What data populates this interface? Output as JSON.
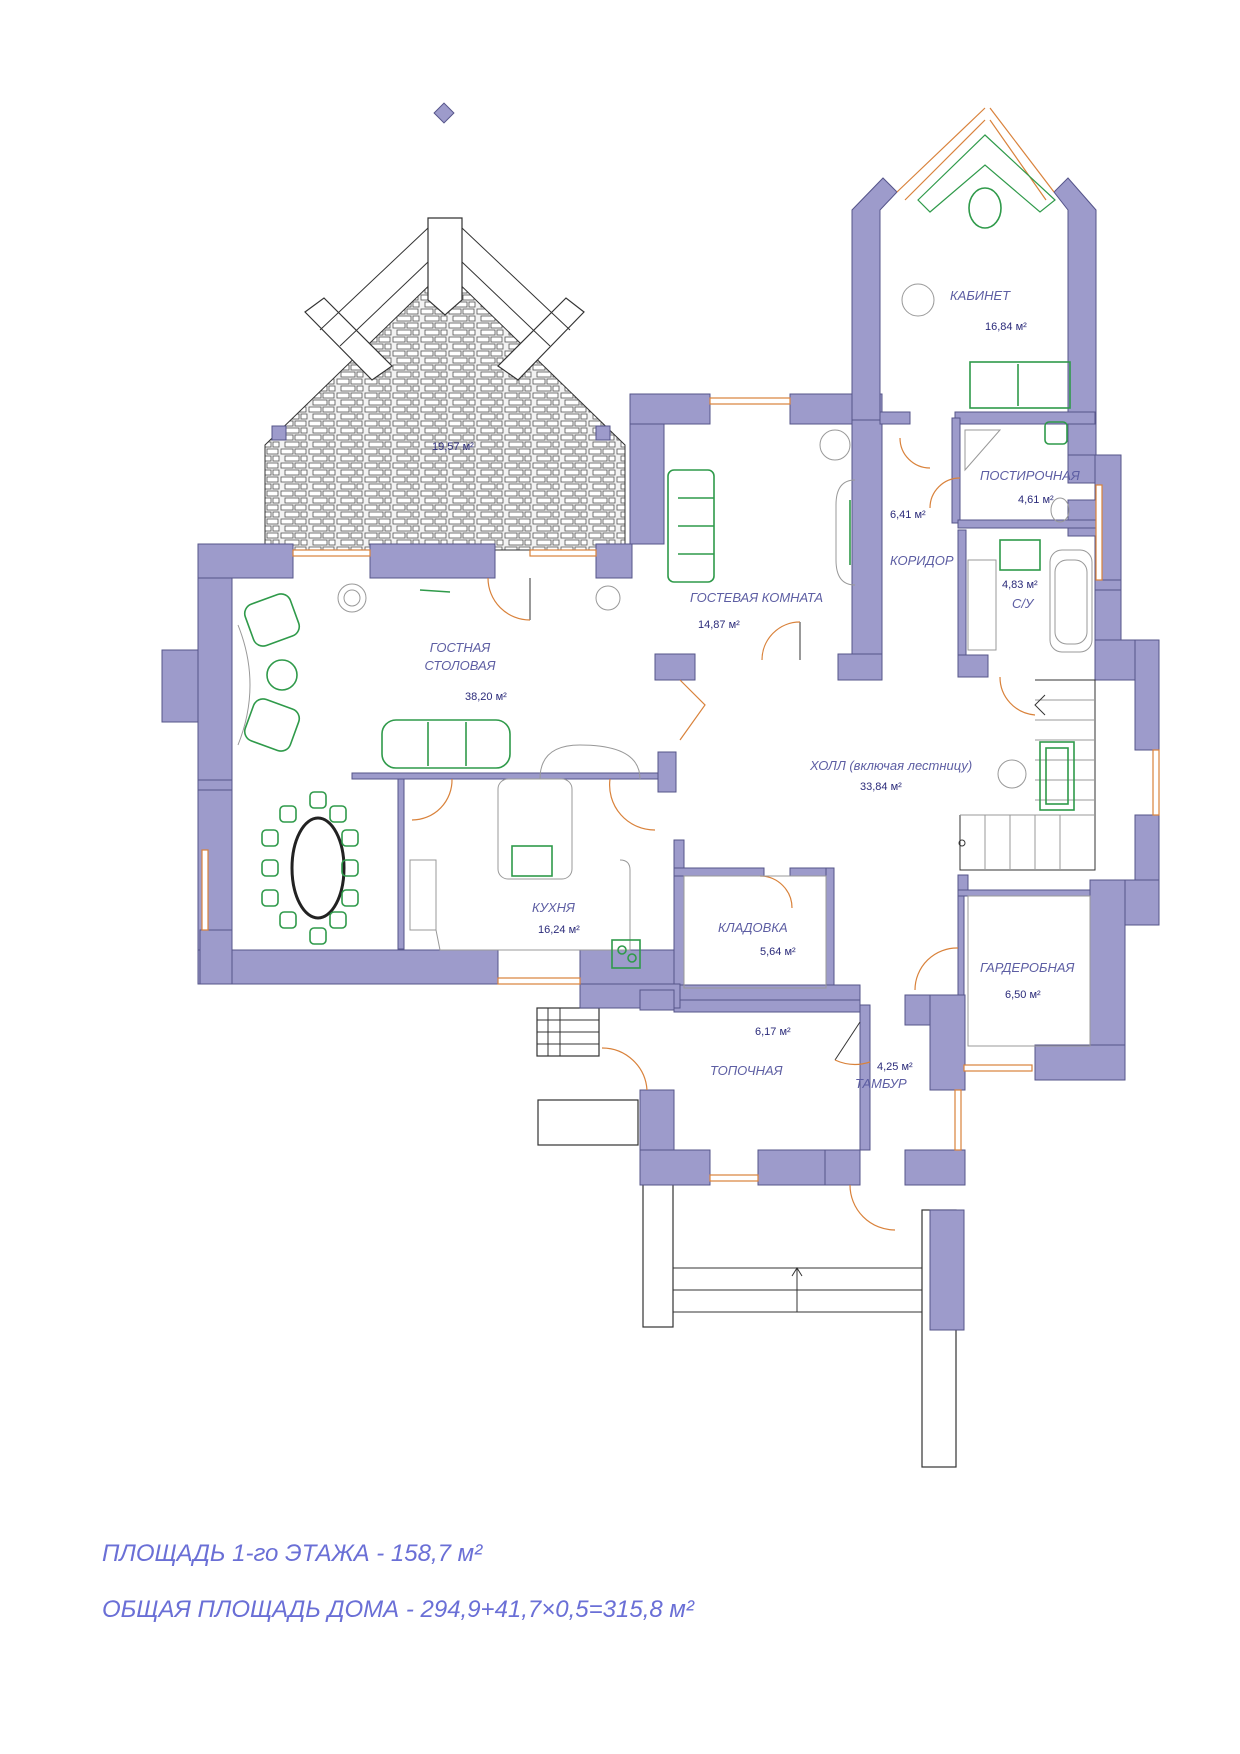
{
  "plan": {
    "terrace": {
      "area": "19,57 м²"
    },
    "rooms": [
      {
        "id": "living",
        "name": "ГОСТНАЯ\nСТОЛОВАЯ",
        "area": "38,20 м²"
      },
      {
        "id": "guest",
        "name": "ГОСТЕВАЯ КОМНАТА",
        "area": "14,87 м²"
      },
      {
        "id": "cabinet",
        "name": "КАБИНЕТ",
        "area": "16,84 м²"
      },
      {
        "id": "laundry",
        "name": "ПОСТИРОЧНАЯ",
        "area": "4,61 м²"
      },
      {
        "id": "corridor",
        "name": "КОРИДОР",
        "area": "6,41 м²"
      },
      {
        "id": "bath",
        "name": "С/У",
        "area": "4,83 м²"
      },
      {
        "id": "hall",
        "name": "ХОЛЛ (включая лестницу)",
        "area": "33,84 м²"
      },
      {
        "id": "kitchen",
        "name": "КУХНЯ",
        "area": "16,24 м²"
      },
      {
        "id": "pantry",
        "name": "КЛАДОВКА",
        "area": "5,64 м²"
      },
      {
        "id": "wardrobe",
        "name": "ГАРДЕРОБНАЯ",
        "area": "6,50 м²"
      },
      {
        "id": "boiler",
        "name": "ТОПОЧНАЯ",
        "area": "6,17 м²"
      },
      {
        "id": "vestibule",
        "name": "ТАМБУР",
        "area": "4,25 м²"
      }
    ]
  },
  "summary": {
    "floor_area": "ПЛОЩАДЬ 1-го ЭТАЖА - 158,7 м²",
    "total_area": "ОБЩАЯ ПЛОЩАДЬ ДОМА - 294,9+41,7×0,5=315,8 м²"
  },
  "colors": {
    "wall": "#9d9bcb",
    "text": "#5d5ea3",
    "furniture": "#2f9a4a",
    "door": "#d9823b"
  }
}
